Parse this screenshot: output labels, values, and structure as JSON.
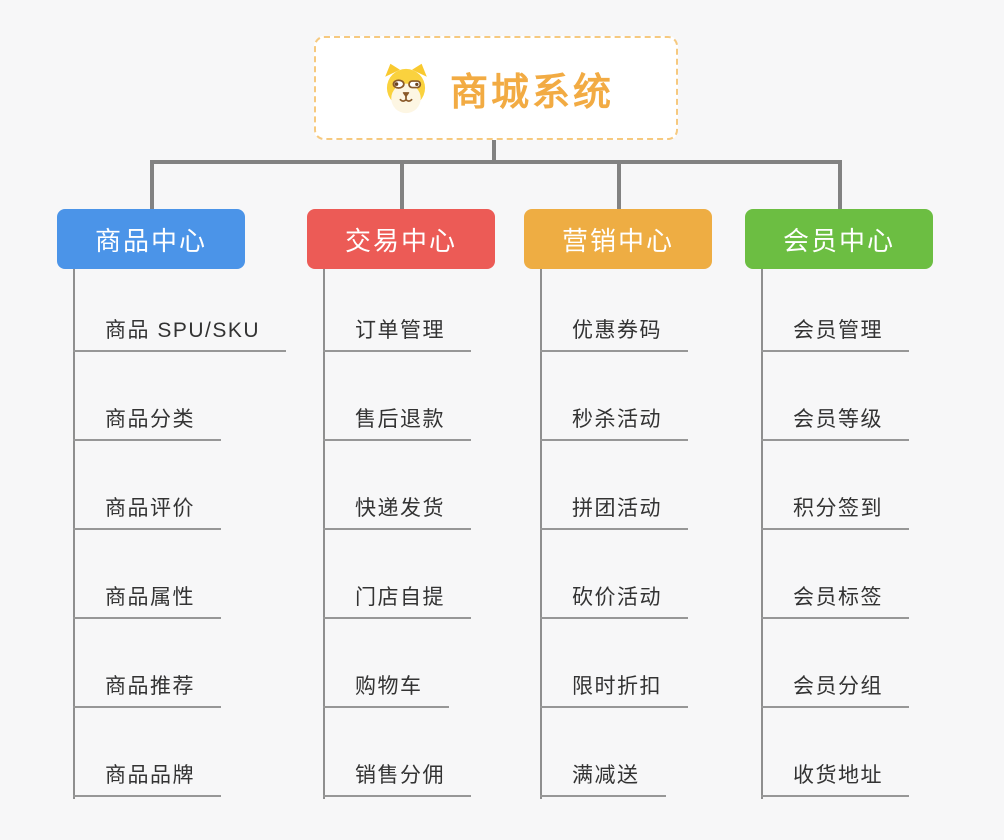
{
  "root": {
    "title": "商城系统",
    "icon": "dog-face-icon",
    "accent_color": "#F2AB43",
    "border_color": "#F6C97F"
  },
  "branches": [
    {
      "label": "商品中心",
      "color": "#4B94E8",
      "items": [
        "商品 SPU/SKU",
        "商品分类",
        "商品评价",
        "商品属性",
        "商品推荐",
        "商品品牌"
      ]
    },
    {
      "label": "交易中心",
      "color": "#EC5B56",
      "items": [
        "订单管理",
        "售后退款",
        "快递发货",
        "门店自提",
        "购物车",
        "销售分佣"
      ]
    },
    {
      "label": "营销中心",
      "color": "#EEAD43",
      "items": [
        "优惠券码",
        "秒杀活动",
        "拼团活动",
        "砍价活动",
        "限时折扣",
        "满减送"
      ]
    },
    {
      "label": "会员中心",
      "color": "#6CBE42",
      "items": [
        "会员管理",
        "会员等级",
        "积分签到",
        "会员标签",
        "会员分组",
        "收货地址"
      ]
    }
  ]
}
